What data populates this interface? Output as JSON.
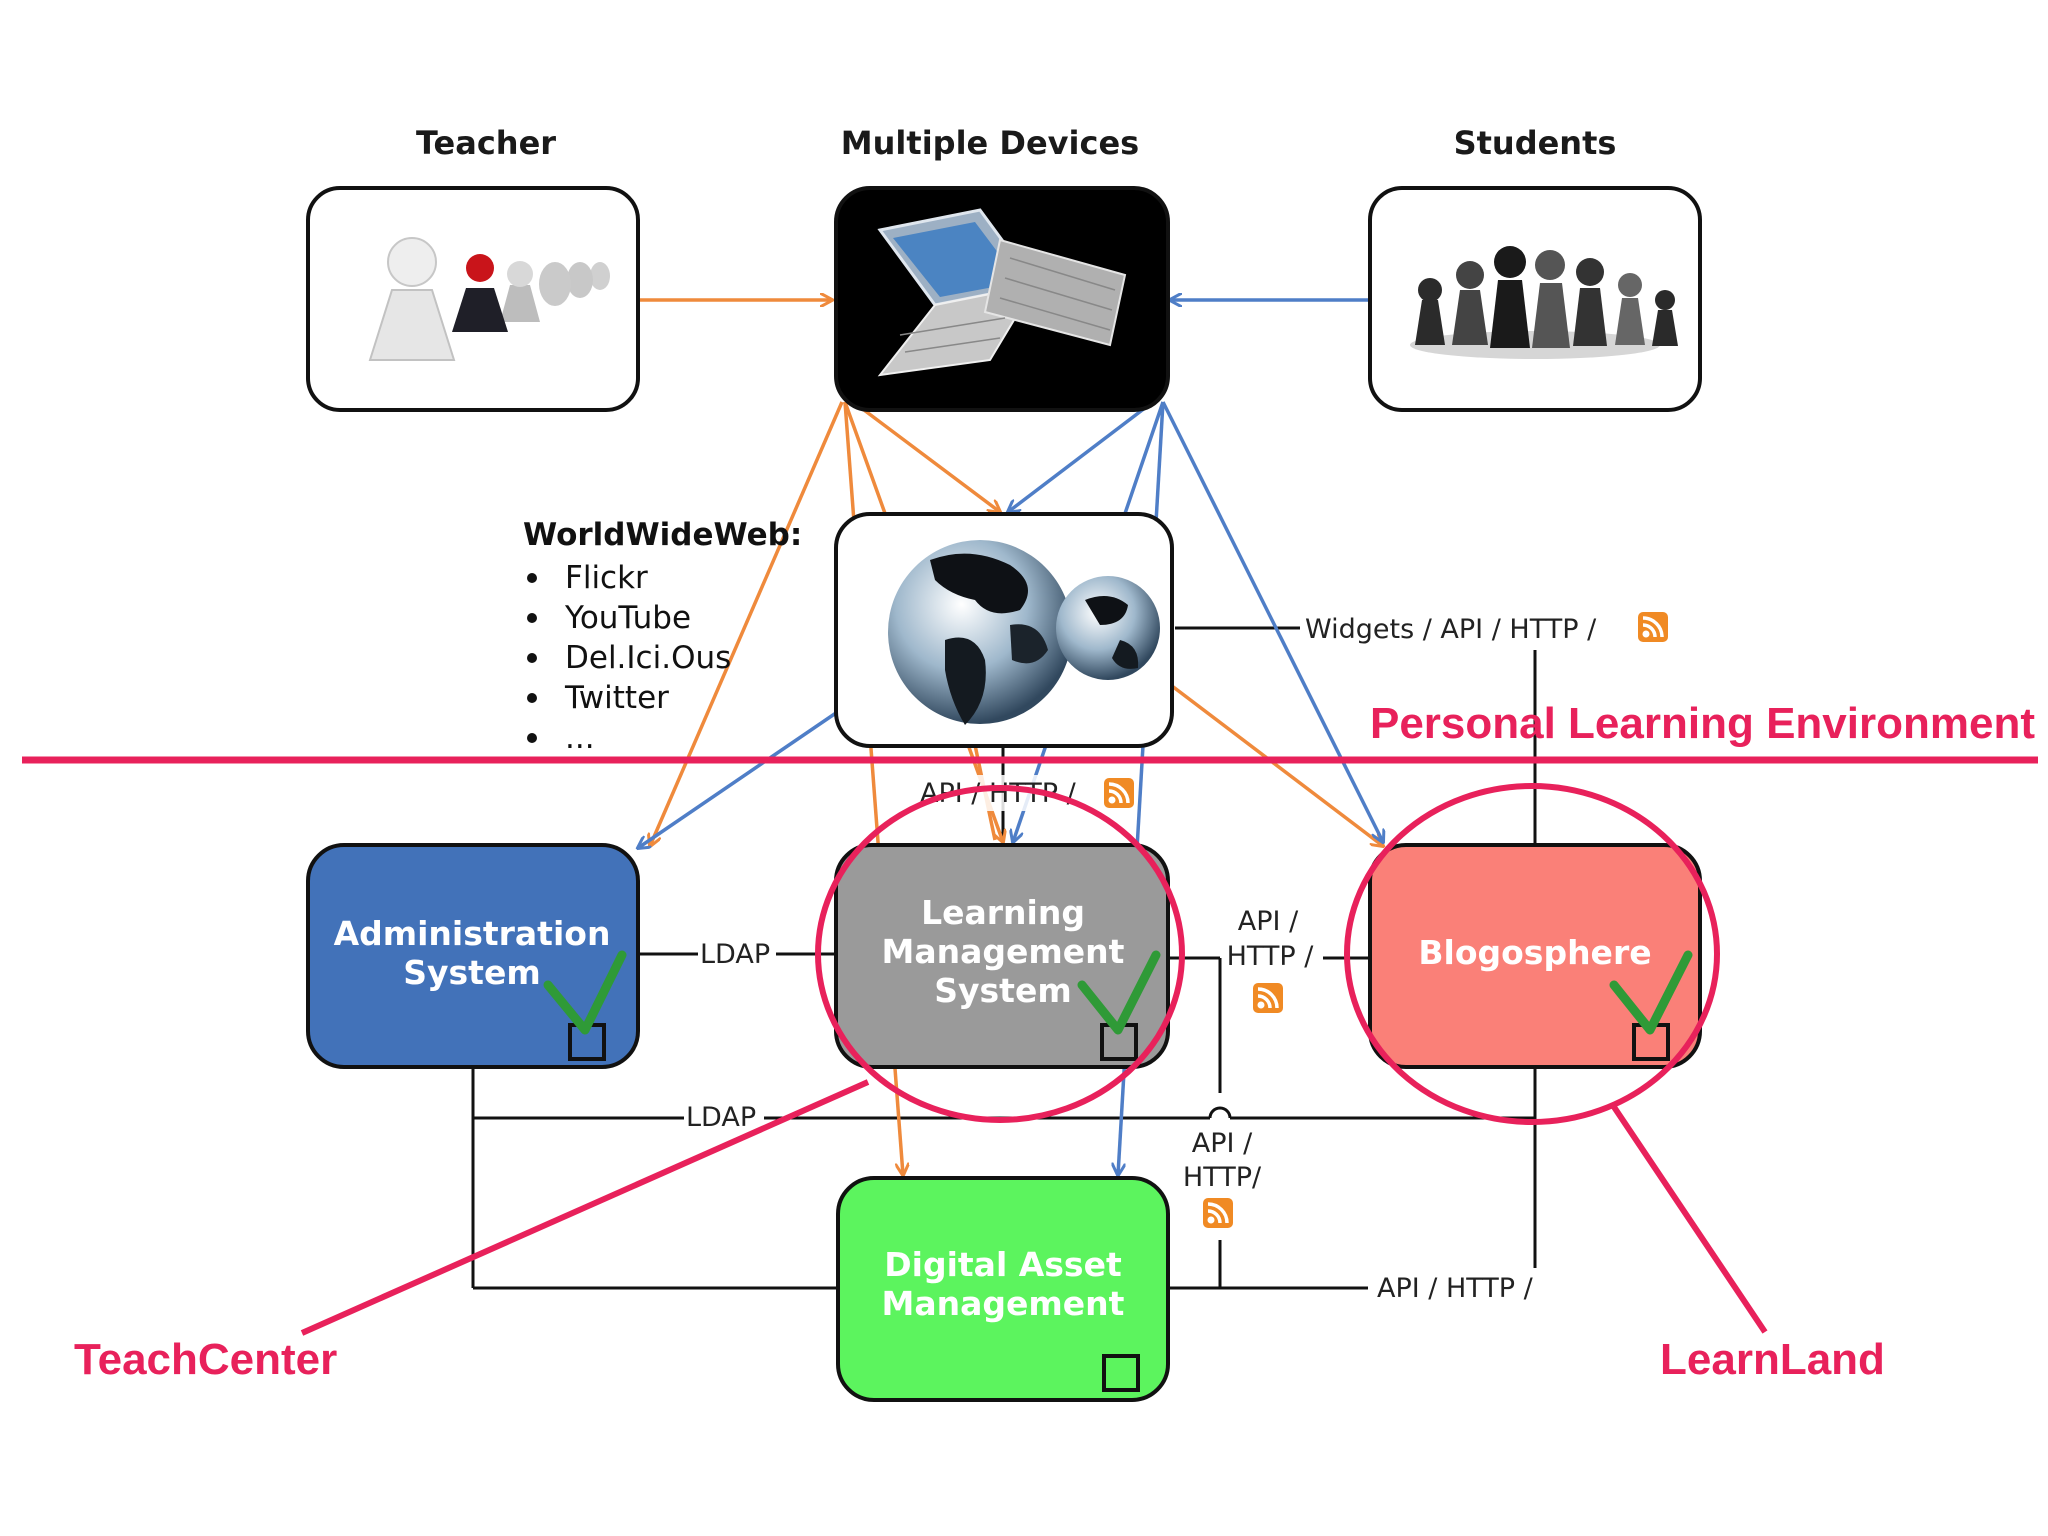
{
  "headers": {
    "teacher": "Teacher",
    "devices": "Multiple Devices",
    "students": "Students"
  },
  "web": {
    "title": "WorldWideWeb:",
    "items": [
      "Flickr",
      "YouTube",
      "Del.Ici.Ous",
      "Twitter",
      "..."
    ]
  },
  "connections": {
    "widgets": "Widgets / API / HTTP /",
    "api_http_top": "API / HTTP /",
    "ldap_1": "LDAP",
    "ldap_2": "LDAP",
    "api_http_mid_l1": "API /",
    "api_http_mid_l2": "HTTP /",
    "api_http_low_l1": "API /",
    "api_http_low_l2": "HTTP/",
    "api_http_bottom": "API / HTTP /"
  },
  "systems": {
    "admin": {
      "line1": "Administration",
      "line2": "System",
      "color": "#4272b9"
    },
    "lms": {
      "line1": "Learning",
      "line2": "Management",
      "line3": "System",
      "color": "#9a9a9a"
    },
    "blog": {
      "line1": "Blogosphere",
      "color": "#fa8078"
    },
    "dam": {
      "line1": "Digital Asset",
      "line2": "Management",
      "color": "#5cf45e"
    }
  },
  "labels": {
    "ple": "Personal Learning Environment",
    "teachcenter": "TeachCenter",
    "learnland": "LearnLand"
  },
  "colors": {
    "accent_red": "#e8215b",
    "arrow_orange": "#ef8a3c",
    "arrow_blue": "#4f7ec7",
    "check_green": "#2f9a37",
    "rss_orange": "#f08a24"
  }
}
